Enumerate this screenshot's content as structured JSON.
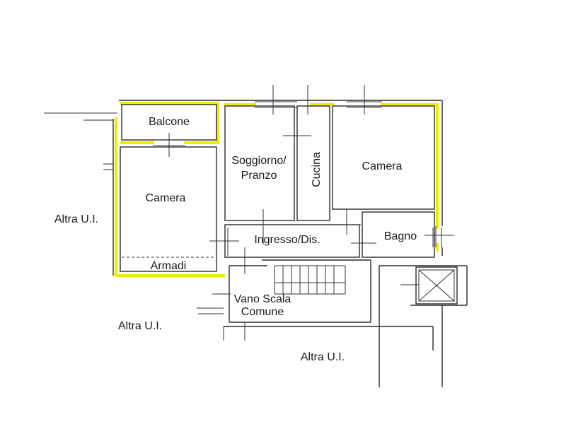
{
  "rooms": {
    "balcone": "Balcone",
    "camera_left": "Camera",
    "armadi": "Armadi",
    "soggiorno_line1": "Soggiorno/",
    "soggiorno_line2": "Pranzo",
    "cucina": "Cucina",
    "camera_right": "Camera",
    "ingresso": "Ingresso/Dis.",
    "bagno": "Bagno",
    "vano_line1": "Vano Scala",
    "vano_line2": "Comune"
  },
  "neighbors": {
    "left": "Altra U.I.",
    "bottom_left": "Altra U.I.",
    "bottom": "Altra U.I."
  },
  "colors": {
    "boundary": "#ecec00",
    "walls": "#2a2a2a"
  }
}
